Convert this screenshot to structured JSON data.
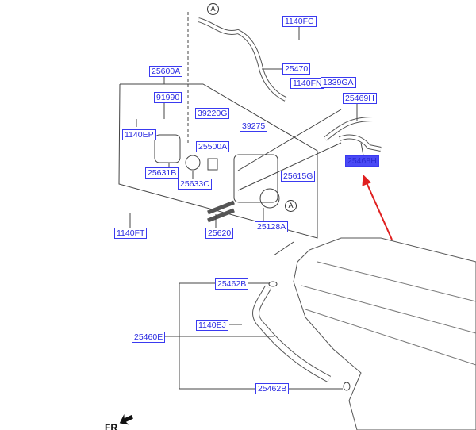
{
  "parts": [
    {
      "id": "p1140FC",
      "label": "1140FC"
    },
    {
      "id": "p25470",
      "label": "25470"
    },
    {
      "id": "p25600A",
      "label": "25600A"
    },
    {
      "id": "p1140FN",
      "label": "1140FN"
    },
    {
      "id": "p1339GA",
      "label": "1339GA"
    },
    {
      "id": "p91990",
      "label": "91990"
    },
    {
      "id": "p25469H",
      "label": "25469H"
    },
    {
      "id": "p39220G",
      "label": "39220G"
    },
    {
      "id": "p39275",
      "label": "39275"
    },
    {
      "id": "p1140EP",
      "label": "1140EP"
    },
    {
      "id": "p25500A",
      "label": "25500A"
    },
    {
      "id": "p25468H",
      "label": "25468H",
      "highlighted": true
    },
    {
      "id": "p25631B",
      "label": "25631B"
    },
    {
      "id": "p25615G",
      "label": "25615G"
    },
    {
      "id": "p25633C",
      "label": "25633C"
    },
    {
      "id": "p25620",
      "label": "25620"
    },
    {
      "id": "p25128A",
      "label": "25128A"
    },
    {
      "id": "p1140FT",
      "label": "1140FT"
    },
    {
      "id": "p25462B_top",
      "label": "25462B"
    },
    {
      "id": "p1140EJ",
      "label": "1140EJ"
    },
    {
      "id": "p25460E",
      "label": "25460E"
    },
    {
      "id": "p25462B_bottom",
      "label": "25462B"
    }
  ],
  "ref_markers": {
    "top": "A",
    "bottom": "A"
  },
  "direction_label": "FR",
  "colors": {
    "label_text": "#2a2ae0",
    "label_border": "#3a3af0",
    "highlight_bg": "#4a4af5",
    "arrow": "#e02020"
  }
}
